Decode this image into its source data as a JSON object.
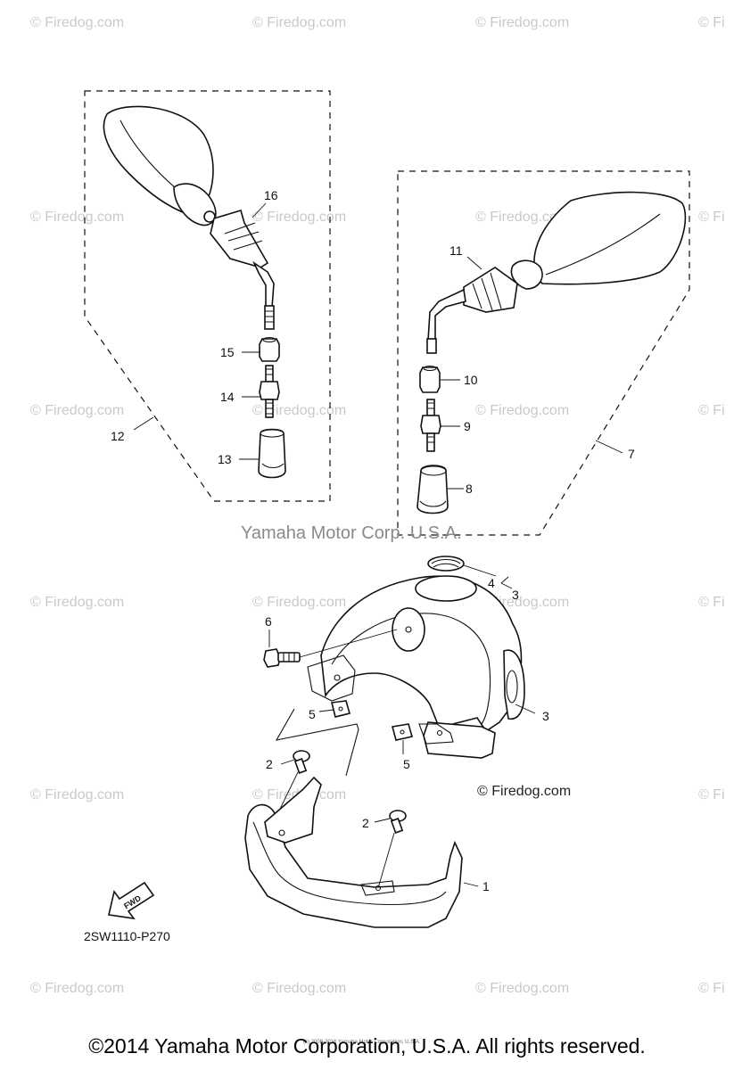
{
  "watermark": "© Firedog.com",
  "watermark_small": "© Fi",
  "credit_mid": "Yamaha Motor Corp. U.S.A.",
  "brand_tag": "© Firedog.com",
  "diagram_code": "2SW1110-P270",
  "fwd_label": "FWD",
  "tiny_copyright": "(c) 2008-2016 Yamaha Motor Corporation, U.S.A.",
  "footer": "©2014 Yamaha Motor Corporation, U.S.A. All rights reserved.",
  "callouts": {
    "c1": "1",
    "c2a": "2",
    "c2b": "2",
    "c3a": "3",
    "c3b": "3",
    "c4": "4",
    "c5a": "5",
    "c5b": "5",
    "c6": "6",
    "c7": "7",
    "c8": "8",
    "c9": "9",
    "c10": "10",
    "c11": "11",
    "c12": "12",
    "c13": "13",
    "c14": "14",
    "c15": "15",
    "c16": "16"
  }
}
